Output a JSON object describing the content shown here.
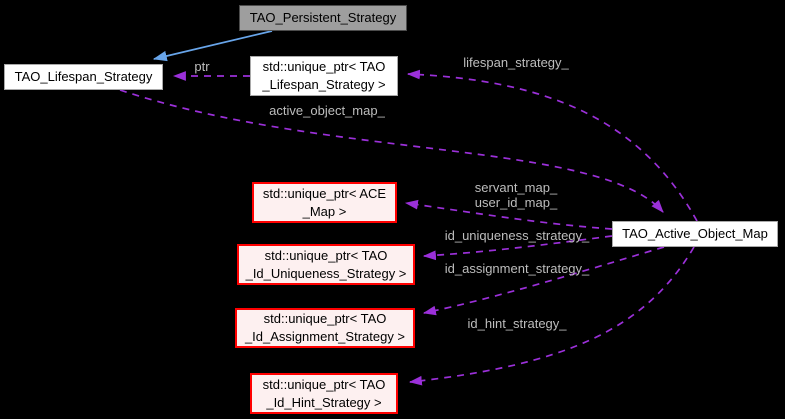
{
  "diagram": {
    "kind": "doxygen-collaboration-graph",
    "background_color": "#000000",
    "edge_color": "#9b30d9",
    "inheritance_edge_color": "#68a5ea",
    "label_color": "#bdbdbd",
    "red_node_border_color": "#ff0000",
    "current_node_fill": "#9e9e9e",
    "nodes": {
      "persistent": {
        "label": "TAO_Persistent_Strategy"
      },
      "lifespan": {
        "label": "TAO_Lifespan_Strategy"
      },
      "uptr_lifespan": {
        "label": "std::unique_ptr< TAO\n_Lifespan_Strategy >"
      },
      "uptr_ace_map": {
        "label": "std::unique_ptr< ACE\n_Map >"
      },
      "uptr_id_uniqueness": {
        "label": "std::unique_ptr< TAO\n_Id_Uniqueness_Strategy >"
      },
      "uptr_id_assignment": {
        "label": "std::unique_ptr< TAO\n_Id_Assignment_Strategy >"
      },
      "uptr_id_hint": {
        "label": "std::unique_ptr< TAO\n_Id_Hint_Strategy >"
      },
      "active_object_map": {
        "label": "TAO_Active_Object_Map"
      }
    },
    "edge_labels": {
      "ptr": "ptr",
      "lifespan_strategy": "lifespan_strategy_",
      "active_object_map": "active_object_map_",
      "servant_user_map": "servant_map_\nuser_id_map_",
      "id_uniqueness_strategy": "id_uniqueness_strategy_",
      "id_assignment_strategy": "id_assignment_strategy_",
      "id_hint_strategy": "id_hint_strategy_"
    }
  }
}
